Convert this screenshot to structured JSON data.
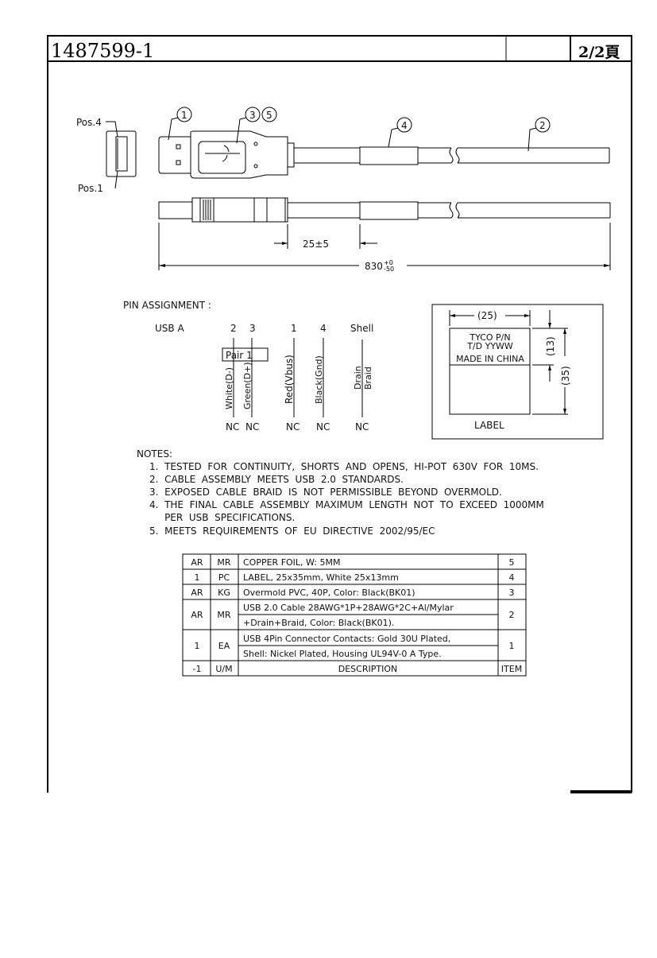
{
  "header": {
    "part_number": "1487599-1",
    "middle_cell": "",
    "page": "2/2頁"
  },
  "drawing": {
    "pos_top": "Pos.4",
    "pos_bottom": "Pos.1",
    "balloons": [
      "1",
      "3",
      "5",
      "4",
      "2"
    ],
    "dim_overmold_gap": "25±5",
    "dim_total": "830",
    "dim_total_tol_upper": "+0",
    "dim_total_tol_lower": "-50"
  },
  "pin_assignment": {
    "title": "PIN ASSIGNMENT :",
    "connector": "USB A",
    "pair_label": "Pair  1",
    "pins": [
      {
        "num": "2",
        "wire": "White(D-)",
        "end": "NC"
      },
      {
        "num": "3",
        "wire": "Green(D+)",
        "end": "NC"
      },
      {
        "num": "1",
        "wire": "Red(Vbus)",
        "end": "NC"
      },
      {
        "num": "4",
        "wire": "Black(Gnd)",
        "end": "NC"
      },
      {
        "num": "Shell",
        "wire": "Drain",
        "wire2": "Braid",
        "end": "NC"
      }
    ]
  },
  "label_box": {
    "width_dim": "(25)",
    "height_top_dim": "(13)",
    "height_total_dim": "(35)",
    "line1": "TYCO  P/N",
    "line2": "T/D  YYWW",
    "line3": "MADE  IN  CHINA",
    "caption": "LABEL"
  },
  "notes": {
    "title": "NOTES:",
    "items": [
      "1.  TESTED  FOR  CONTINUITY,  SHORTS  AND  OPENS,  HI-POT  630V  FOR  10MS.",
      "2.  CABLE  ASSEMBLY  MEETS  USB  2.0  STANDARDS.",
      "3.  EXPOSED  CABLE  BRAID  IS  NOT  PERMISSIBLE  BEYOND  OVERMOLD.",
      "4.  THE  FINAL  CABLE  ASSEMBLY  MAXIMUM  LENGTH  NOT  TO  EXCEED  1000MM",
      "     PER  USB  SPECIFICATIONS.",
      "5.  MEETS  REQUIREMENTS  OF  EU  DIRECTIVE  2002/95/EC"
    ]
  },
  "bom": {
    "rows": [
      {
        "qty": "AR",
        "um": "MR",
        "desc": [
          "COPPER  FOIL,  W:  5MM"
        ],
        "item": "5"
      },
      {
        "qty": "1",
        "um": "PC",
        "desc": [
          "LABEL,  25x35mm,  White  25x13mm"
        ],
        "item": "4"
      },
      {
        "qty": "AR",
        "um": "KG",
        "desc": [
          "Overmold  PVC,  40P,  Color:  Black(BK01)"
        ],
        "item": "3"
      },
      {
        "qty": "AR",
        "um": "MR",
        "desc": [
          "USB  2.0  Cable  28AWG*1P+28AWG*2C+Al/Mylar",
          "+Drain+Braid,  Color:  Black(BK01)."
        ],
        "item": "2"
      },
      {
        "qty": "1",
        "um": "EA",
        "desc": [
          "USB  4Pin  Connector  Contacts:  Gold  30U  Plated,",
          "Shell:  Nickel  Plated,  Housing  UL94V-0  A  Type."
        ],
        "item": "1"
      }
    ],
    "header": {
      "qty": "-1",
      "um": "U/M",
      "desc": "DESCRIPTION",
      "item": "ITEM"
    }
  }
}
